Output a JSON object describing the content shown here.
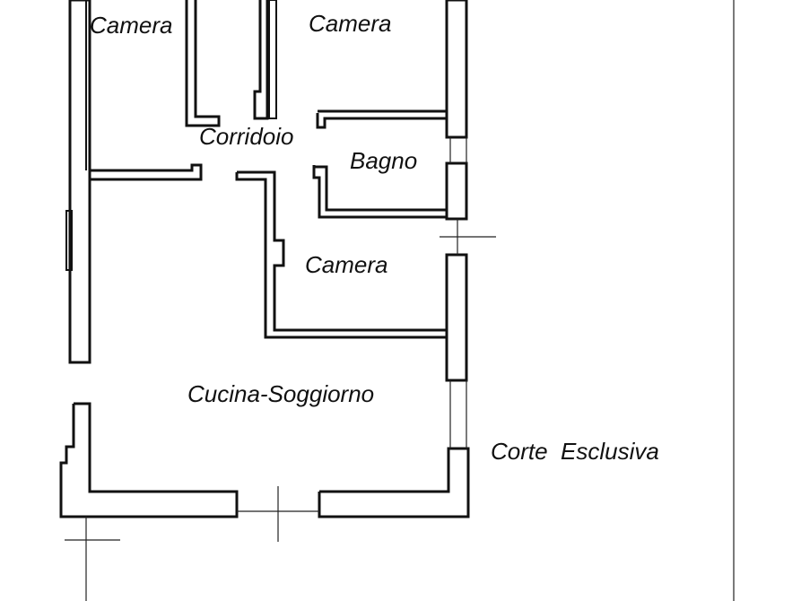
{
  "rooms": {
    "camera_top_left": "Camera",
    "camera_top_right": "Camera",
    "corridoio": "Corridoio",
    "bagno": "Bagno",
    "camera_middle": "Camera",
    "cucina_soggiorno": "Cucina-Soggiorno",
    "corte_esclusiva": "Corte  Esclusiva"
  }
}
